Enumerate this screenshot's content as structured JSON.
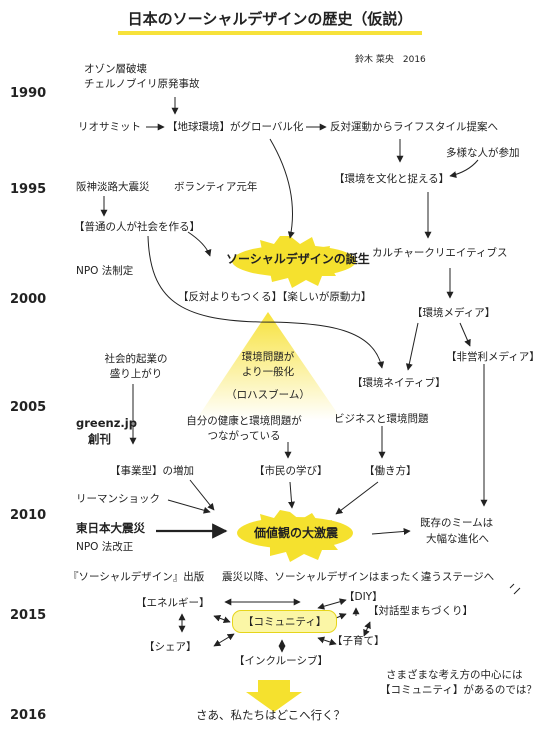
{
  "title": "日本のソーシャルデザインの歴史（仮説）",
  "author": "鈴木 菜央　2016",
  "years": [
    "1990",
    "1995",
    "2000",
    "2005",
    "2010",
    "2015",
    "2016"
  ],
  "nodes": {
    "ozone": "オゾン層破壊",
    "chernobyl": "チェルノブイリ原発事故",
    "rio_summit": "リオサミット",
    "env_global": "【地球環境】がグローバル化",
    "opposition_to_lifestyle": "反対運動からライフスタイル提案へ",
    "diverse_people": "多様な人が参加",
    "env_as_culture": "【環境を文化と捉える】",
    "hanshin": "阪神淡路大震災",
    "volunteer": "ボランティア元年",
    "ordinary_people": "【普通の人が社会を作る】",
    "birth": "ソーシャルデザインの誕生",
    "cultural_creatives": "カルチャークリエイティブス",
    "npo_law": "NPO 法制定",
    "make_not_oppose": "【反対よりもつくる】【楽しいが原動力】",
    "env_media": "【環境メディア】",
    "nonprofit_media": "【非営利メディア】",
    "social_entrepreneur_1": "社会的起業の",
    "social_entrepreneur_2": "盛り上がり",
    "env_generalize_1": "環境問題が",
    "env_generalize_2": "より一般化",
    "lohas": "（ロハスブーム）",
    "env_native": "【環境ネイティブ】",
    "greenz_1": "greenz.jp",
    "greenz_2": "創刊",
    "health_env_1": "自分の健康と環境問題が",
    "health_env_2": "つながっている",
    "business_env": "ビジネスと環境問題",
    "business_type": "【事業型】の増加",
    "citizen_learning": "【市民の学び】",
    "work_style": "【働き方】",
    "lehman": "リーマンショック",
    "great_east_japan": "東日本大震災",
    "npo_revision": "NPO 法改正",
    "values_quake": "価値観の大激震",
    "meme_1": "既存のミームは",
    "meme_2": "大幅な進化へ",
    "book": "『ソーシャルデザイン』出版",
    "after_quake": "震災以降、ソーシャルデザインはまったく違うステージへ",
    "energy": "【エネルギー】",
    "diy": "【DIY】",
    "dialogue_town": "【対話型まちづくり】",
    "community": "【コミュニティ】",
    "child_raising": "【子育て】",
    "share": "【シェア】",
    "inclusive": "【インクルーシブ】",
    "center_q_1": "さまざまな考え方の中心には",
    "center_q_2": "【コミュニティ】があるのでは？",
    "final": "さあ、私たちはどこへ行く？"
  },
  "colors": {
    "accent": "#f7e23a",
    "burst": "#f5e12e",
    "pill": "#fbf6a6",
    "line": "#222222"
  }
}
